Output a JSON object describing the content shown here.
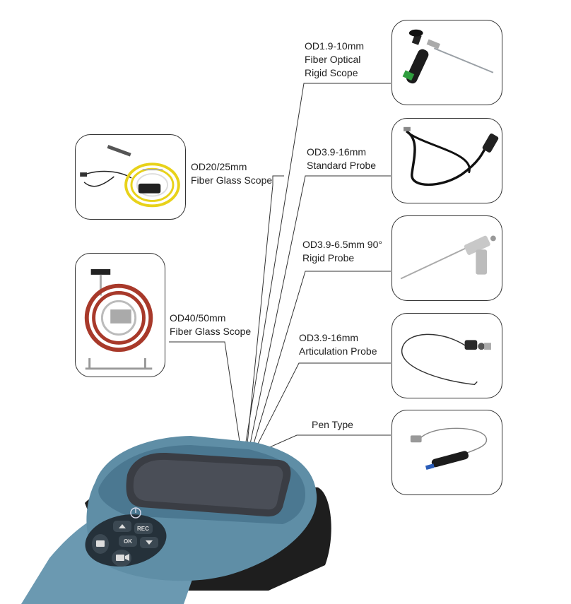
{
  "products": [
    {
      "id": "rigid-scope",
      "lines": [
        "OD1.9-10mm",
        "Fiber Optical",
        "Rigid Scope"
      ]
    },
    {
      "id": "fiber-glass-20",
      "lines": [
        "OD20/25mm",
        "Fiber Glass Scope"
      ]
    },
    {
      "id": "standard-probe",
      "lines": [
        "OD3.9-16mm",
        "Standard Probe"
      ]
    },
    {
      "id": "rigid-probe-90",
      "lines": [
        "OD3.9-6.5mm 90°",
        "Rigid Probe"
      ]
    },
    {
      "id": "fiber-glass-40",
      "lines": [
        "OD40/50mm",
        "Fiber Glass Scope"
      ]
    },
    {
      "id": "articulation-probe",
      "lines": [
        "OD3.9-16mm",
        "Articulation Probe"
      ]
    },
    {
      "id": "pen-type",
      "lines": [
        "Pen Type"
      ]
    }
  ],
  "device": {
    "buttons": {
      "rec": "REC",
      "ok": "OK"
    },
    "icons": [
      "power-icon",
      "up-arrow-icon",
      "down-arrow-icon",
      "camera-icon",
      "video-camera-icon"
    ]
  },
  "colors": {
    "body": "#5f8ea6",
    "body_dark": "#2e4f61",
    "base": "#1e1e1e",
    "screen": "#3a3d44",
    "cable_yellow": "#e8d21a",
    "cable_red": "#a8392a"
  }
}
